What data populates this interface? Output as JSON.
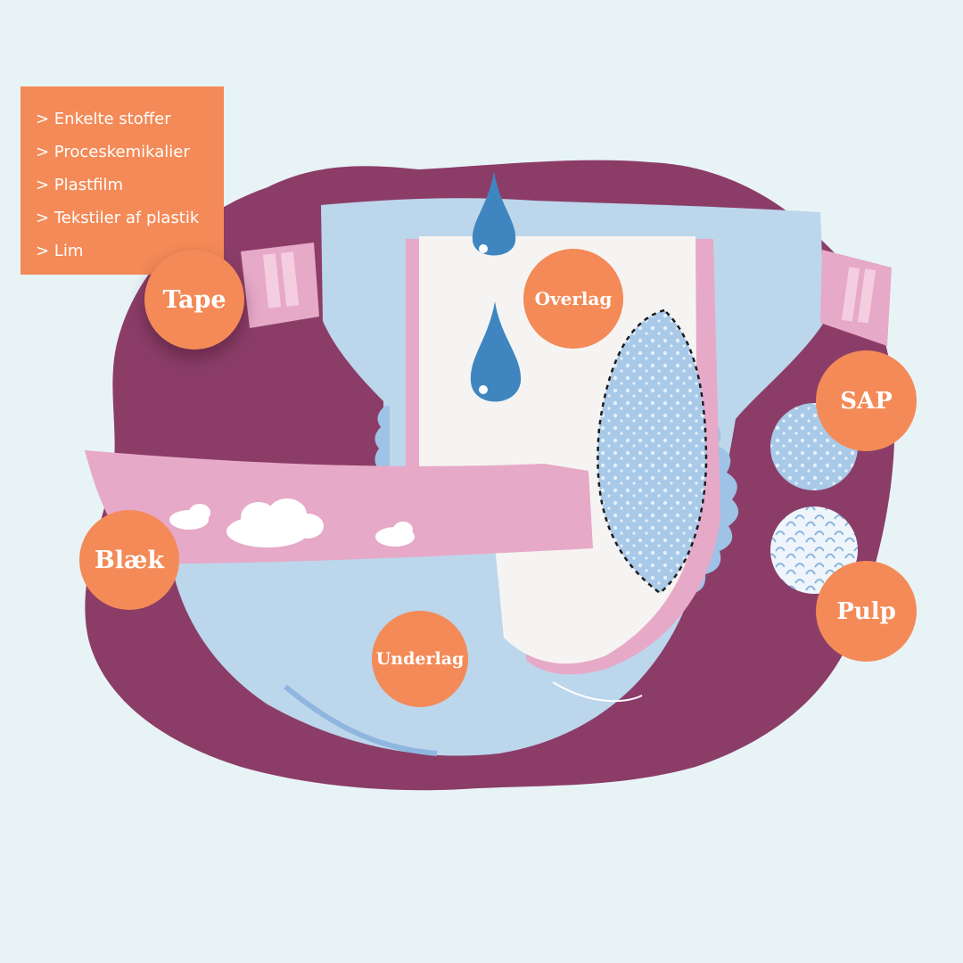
{
  "info_list": {
    "items": [
      "> Enkelte stoffer",
      "> Proceskemikalier",
      "> Plastfilm",
      "> Tekstiler af plastik",
      "> Lim"
    ]
  },
  "labels": {
    "tape": "Tape",
    "overlag": "Overlag",
    "sap": "SAP",
    "blaek": "Blæk",
    "pulp": "Pulp",
    "underlag": "Underlag"
  },
  "colors": {
    "background": "#e8f3f6",
    "blob": "#8b3d68",
    "accent": "#f48a57",
    "diaper_blue": "#bcd6ec",
    "diaper_pink": "#e7a9c8",
    "drop_blue": "#3f86c0"
  }
}
